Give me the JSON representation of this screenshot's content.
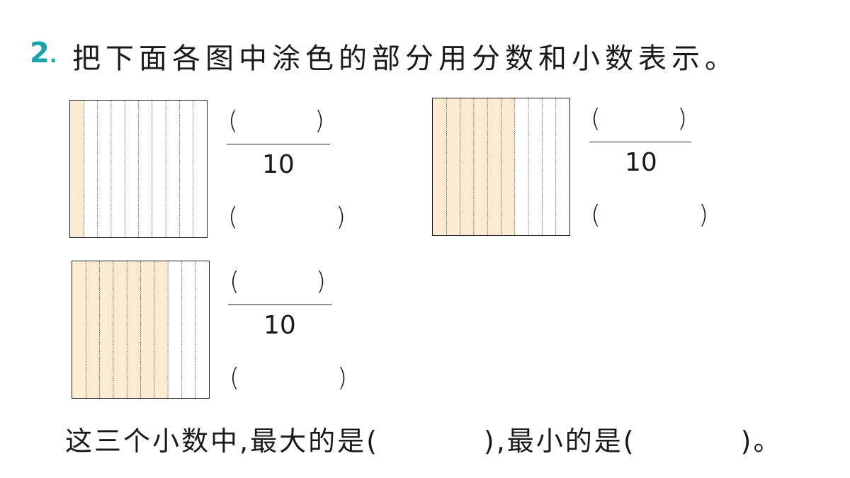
{
  "question": {
    "number": "2",
    "dot": ".",
    "prompt": "把下面各图中涂色的部分用分数和小数表示。"
  },
  "figures": [
    {
      "shaded_tenths": 1,
      "columns": 10,
      "paren_open": "(",
      "paren_close": ")",
      "denominator": "10"
    },
    {
      "shaded_tenths": 6,
      "columns": 10,
      "paren_open": "(",
      "paren_close": ")",
      "denominator": "10"
    },
    {
      "shaded_tenths": 7,
      "columns": 10,
      "paren_open": "(",
      "paren_close": ")",
      "denominator": "10"
    }
  ],
  "colors": {
    "shade": "#fbebd3",
    "accent": "#1aa3a8",
    "line": "#222222"
  },
  "summary": {
    "part1": "这三个小数中,最大的是(",
    "part2": "),最小的是(",
    "part3": ")。"
  }
}
